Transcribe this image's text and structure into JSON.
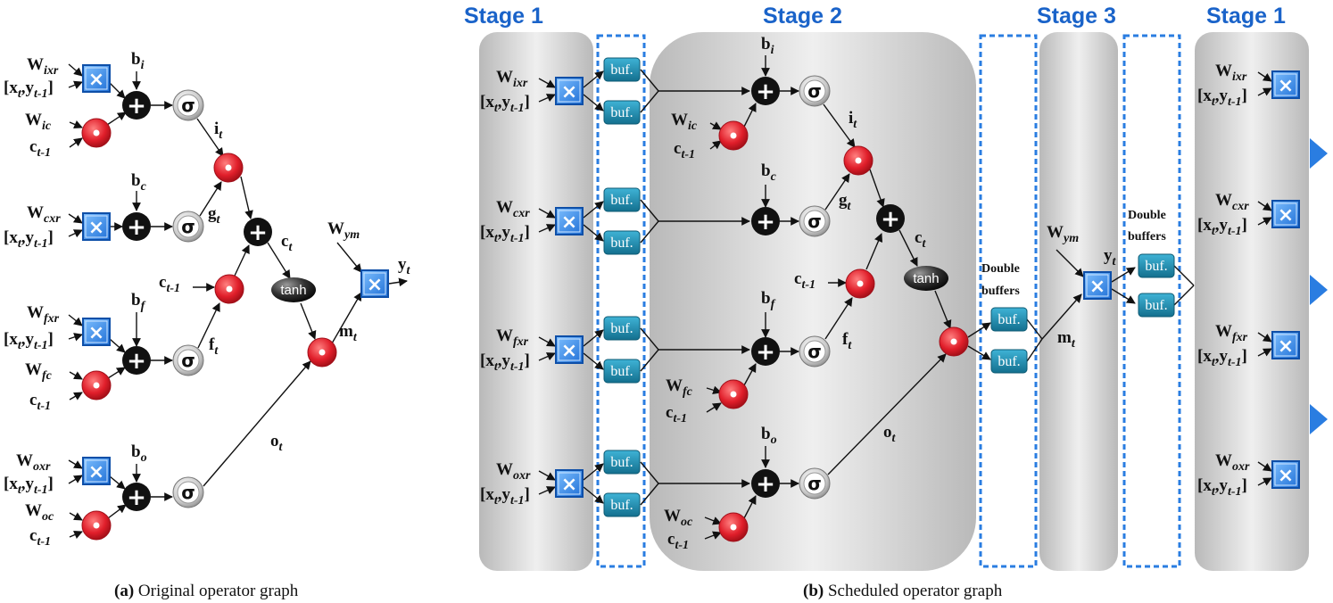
{
  "stages": [
    "Stage 1",
    "Stage 2",
    "Stage 3",
    "Stage 1"
  ],
  "captions": {
    "a": {
      "tag": "(a)",
      "text": "Original operator graph"
    },
    "b": {
      "tag": "(b)",
      "text": "Scheduled operator graph"
    }
  },
  "labels": {
    "W": "W",
    "ixr": "ixr",
    "cxr": "cxr",
    "fxr": "fxr",
    "oxr": "oxr",
    "ic": "ic",
    "fc": "fc",
    "oc": "oc",
    "ym": "ym",
    "input_open": "[x",
    "input_t": "t",
    "input_mid": ",y",
    "input_tm1": "t-1",
    "input_close": "]",
    "b": "b",
    "bi": "i",
    "bc": "c",
    "bf": "f",
    "bo": "o",
    "c": "c",
    "tm1": "t-1",
    "i": "i",
    "g": "g",
    "f": "f",
    "o": "o",
    "m": "m",
    "y": "y",
    "t": "t"
  },
  "ops": {
    "sigma": "σ",
    "tanh": "tanh",
    "buf": "buf.",
    "plus": "+",
    "times": "×"
  },
  "double_buffers": {
    "line1": "Double",
    "line2": "buffers"
  },
  "colors": {
    "stage_text": "#1a63c9",
    "dashed": "#2a7de1",
    "mul_red": "#e01e2a",
    "buf_teal": "#1b8fb0",
    "panel": "#d0d0d0",
    "arrow_blue": "#2a7de1"
  }
}
